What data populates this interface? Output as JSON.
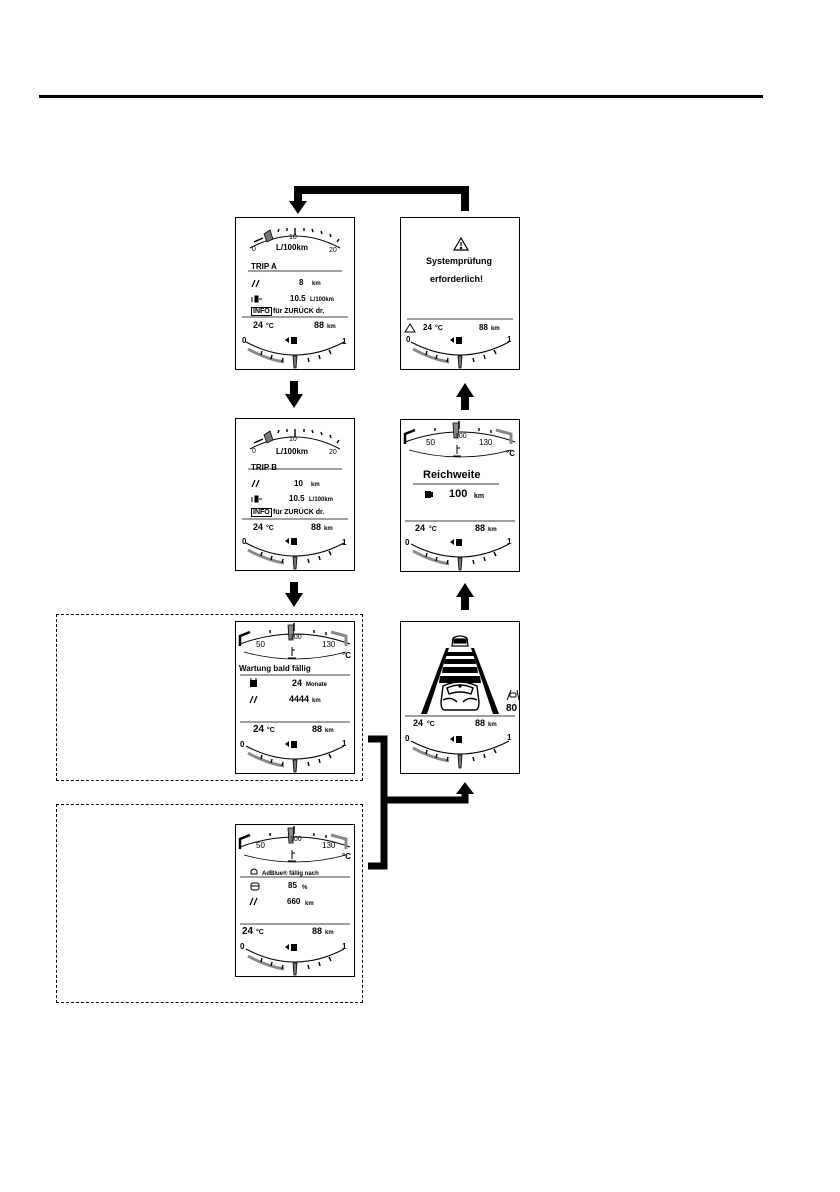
{
  "screens": {
    "trip_a": {
      "scale_min": "0",
      "scale_mid": "10",
      "scale_max": "20",
      "unit": "L/100km",
      "title": "TRIP A",
      "distance_value": "8",
      "distance_unit": "km",
      "consumption_value": "10.5",
      "consumption_unit": "L/100km",
      "info_key": "INFO",
      "info_text": "für ZURÜCK dr.",
      "temperature": "24",
      "temp_unit": "°C",
      "range": "88",
      "range_unit": "km",
      "fuel_min": "0",
      "fuel_max": "1"
    },
    "trip_b": {
      "scale_min": "0",
      "scale_mid": "10",
      "scale_max": "20",
      "unit": "L/100km",
      "title": "TRIP B",
      "distance_value": "10",
      "distance_unit": "km",
      "consumption_value": "10.5",
      "consumption_unit": "L/100km",
      "info_key": "INFO",
      "info_text": "für ZURÜCK dr.",
      "temperature": "24",
      "temp_unit": "°C",
      "range": "88",
      "range_unit": "km",
      "fuel_min": "0",
      "fuel_max": "1"
    },
    "service": {
      "gauge_50": "50",
      "gauge_100": "100",
      "gauge_130": "130",
      "gauge_unit": "°C",
      "title": "Wartung bald fällig",
      "months_value": "24",
      "months_unit": "Monate",
      "km_value": "4444",
      "km_unit": "km",
      "temperature": "24",
      "temp_unit": "°C",
      "range": "88",
      "range_unit": "km",
      "fuel_min": "0",
      "fuel_max": "1"
    },
    "adblue": {
      "gauge_50": "50",
      "gauge_100": "100",
      "gauge_130": "130",
      "gauge_unit": "°C",
      "title": "AdBlue® fällig nach",
      "percent_value": "85",
      "percent_unit": "%",
      "km_value": "660",
      "km_unit": "km",
      "temperature": "24",
      "temp_unit": "°C",
      "range": "88",
      "range_unit": "km",
      "fuel_min": "0",
      "fuel_max": "1"
    },
    "system_check": {
      "line1": "Systemprüfung",
      "line2": "erforderlich!",
      "temperature": "24",
      "temp_unit": "°C",
      "range": "88",
      "range_unit": "km",
      "fuel_min": "0",
      "fuel_max": "1"
    },
    "range_screen": {
      "gauge_50": "50",
      "gauge_100": "100",
      "gauge_130": "130",
      "gauge_unit": "°C",
      "title": "Reichweite",
      "range_value": "100",
      "range_value_unit": "km",
      "temperature": "24",
      "temp_unit": "°C",
      "range": "88",
      "range_unit": "km",
      "fuel_min": "0",
      "fuel_max": "1"
    },
    "lane_assist": {
      "speed": "80",
      "temperature": "24",
      "temp_unit": "°C",
      "range": "88",
      "range_unit": "km",
      "fuel_min": "0",
      "fuel_max": "1"
    }
  },
  "icons": [
    "warning-icon",
    "fuel-pump-icon",
    "coolant-temp-icon",
    "calendar-icon",
    "road-distance-icon",
    "consumption-icon",
    "adblue-icon",
    "adblue-tank-icon",
    "lead-car-icon",
    "own-car-icon",
    "lane-assist-icon"
  ]
}
